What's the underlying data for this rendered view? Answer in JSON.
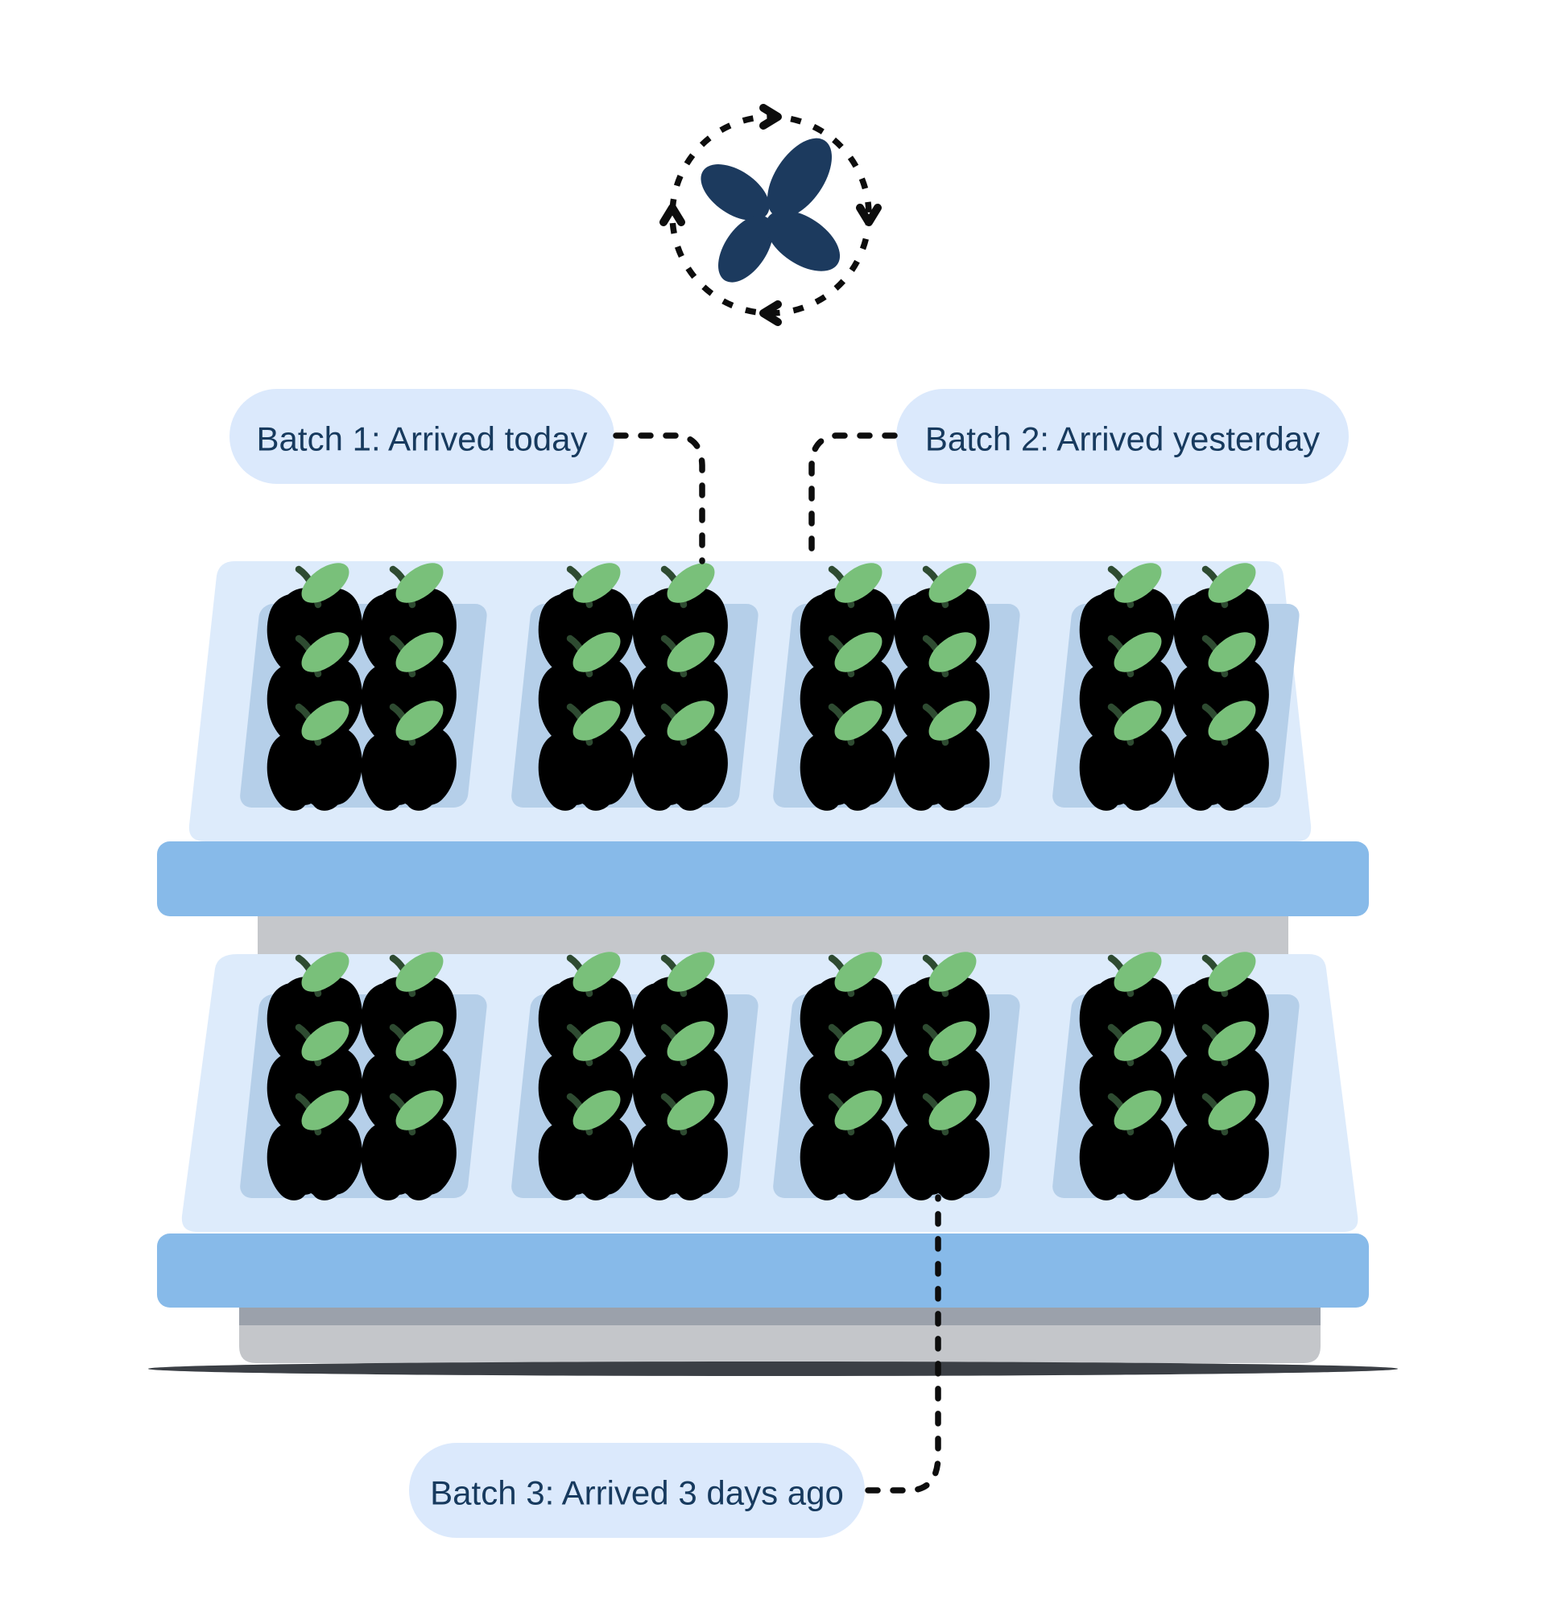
{
  "title": "Apple batch rotation shelf illustration",
  "labels": {
    "batch1": "Batch 1: Arrived today",
    "batch2": "Batch 2: Arrived yesterday",
    "batch3": "Batch 3: Arrived 3 days ago"
  },
  "icons": {
    "cycle": "rotation-cycle-icon",
    "flower": "four-petal-flower-icon",
    "apple": "apple-icon"
  },
  "shelves": {
    "count": 2,
    "trays_per_shelf": 4,
    "apple_rows_per_tray": 3,
    "apple_columns_per_tray": 2,
    "apples_per_tray": 6,
    "top_shelf_batches": "Batch 1 and Batch 2 (fresh, bright red apples)",
    "bottom_shelf_batch": "Batch 3 (older, faded pink apples)"
  },
  "colors": {
    "background": "#ffffff",
    "line": "#0d0d0d",
    "navy": "#1c3a5e",
    "pill_bg": "#dbe9fc",
    "pill_text": "#173a5e",
    "shelf_panel": "#ddebfb",
    "shelf_bar": "#87bae9",
    "tray": "#b5cfe9",
    "support_gray": "#c5c7cb",
    "base_dark_gray": "#9ba1ab",
    "base_gray": "#c4c6ca",
    "ground": "#3b3f45",
    "apple_top_body": "#c5555c",
    "apple_top_shadow": "#9e3f48",
    "apple_top_indent": "#8b3a42",
    "apple_bottom_body": "#eb9e9e",
    "apple_bottom_shadow": "#d95d64",
    "apple_bottom_indent": "#dd6b6e",
    "leaf": "#79c07a",
    "stem": "#2e4b31"
  }
}
